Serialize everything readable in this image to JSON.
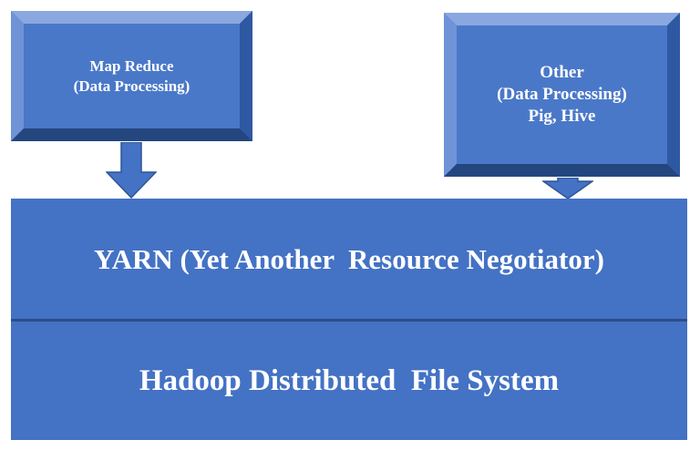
{
  "boxes": {
    "mapreduce": {
      "line1": "Map Reduce",
      "line2": "(Data Processing)"
    },
    "other": {
      "line1": "Other",
      "line2": "(Data Processing)",
      "line3": "Pig, Hive"
    }
  },
  "layers": {
    "yarn": "YARN (Yet Another  Resource Negotiator)",
    "hdfs": "Hadoop Distributed  File System"
  },
  "colors": {
    "fill": "#4472c4",
    "bevel_light": "#6f93d6",
    "bevel_dark": "#2c4f8a",
    "text": "#ffffff"
  }
}
